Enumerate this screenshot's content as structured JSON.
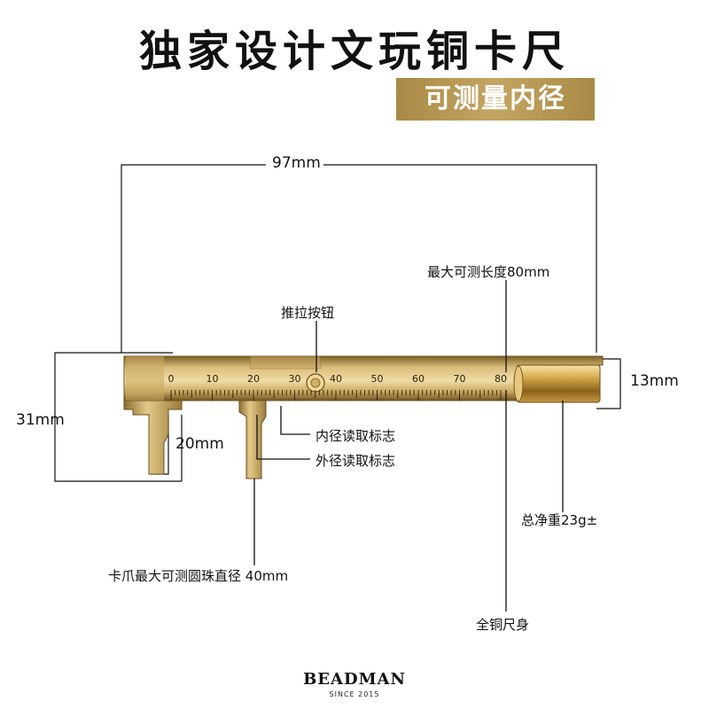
{
  "header": {
    "title": "独家设计文玩铜卡尺",
    "subtitle": "可测量内径"
  },
  "dimensions": {
    "length": "97mm",
    "height": "31mm",
    "jaw": "20mm",
    "thickness": "13mm"
  },
  "callouts": {
    "max_length": "最大可测长度80mm",
    "push_button": "推拉按钮",
    "inner_mark": "内径读取标志",
    "outer_mark": "外径读取标志",
    "weight": "总净重23g±",
    "max_bead": "卡爪最大可测圆珠直径 40mm",
    "body": "全铜尺身"
  },
  "scale": {
    "numbers": [
      "0",
      "10",
      "20",
      "30",
      "40",
      "50",
      "60",
      "70",
      "80"
    ]
  },
  "brand": {
    "name": "BEADMAN",
    "since": "SINCE  2015"
  },
  "colors": {
    "brass_light": "#e2c98a",
    "brass_dark": "#8a6a2a",
    "badge": "#b3944f"
  }
}
